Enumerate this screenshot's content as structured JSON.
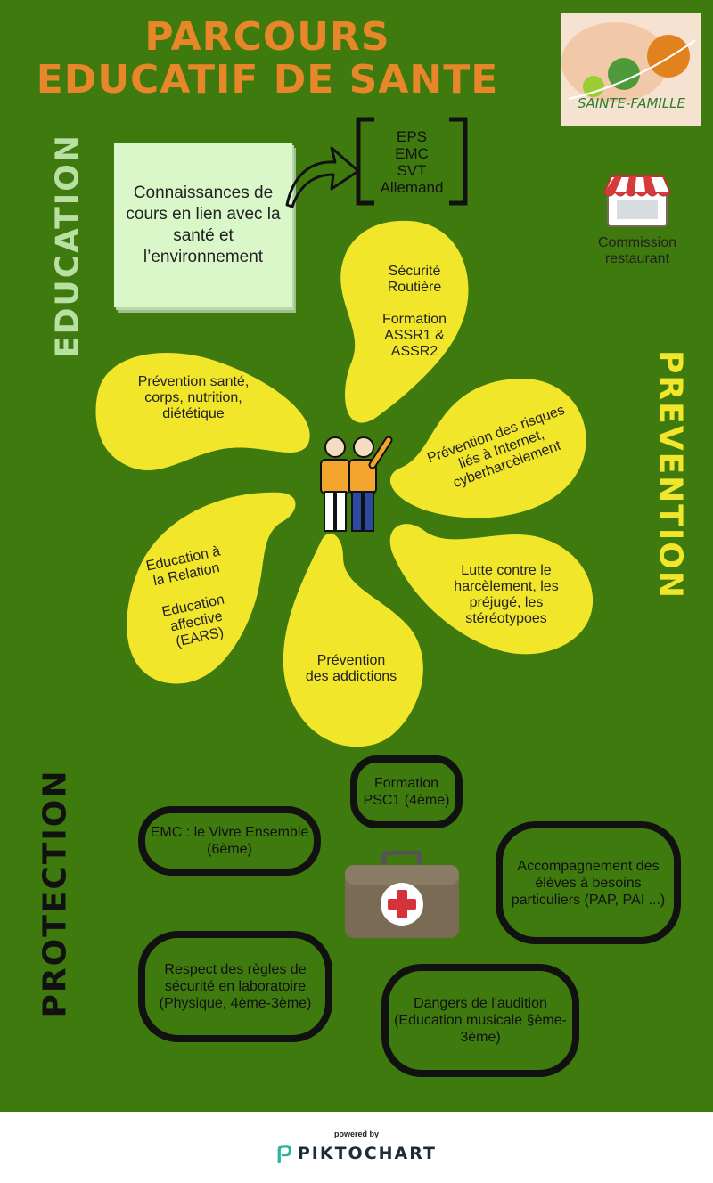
{
  "title": {
    "line1": "PARCOURS",
    "line2": "EDUCATIF DE SANTE"
  },
  "logo": {
    "text": "SAINTE-FAMILLE"
  },
  "sections": {
    "education": "EDUCATION",
    "prevention": "PREVENTION",
    "protection": "PROTECTION"
  },
  "note": "Connaissances de cours en lien avec la santé et l’environnement",
  "subjects": {
    "s1": "EPS",
    "s2": "EMC",
    "s3": "SVT",
    "s4": "Allemand"
  },
  "commission": {
    "line1": "Commission",
    "line2": "restaurant"
  },
  "petals": {
    "securite": {
      "l1": "Sécurité",
      "l2": "Routière",
      "l3": "Formation",
      "l4": "ASSR1 &",
      "l5": "ASSR2"
    },
    "sante": {
      "l1": "Prévention santé,",
      "l2": "corps, nutrition,",
      "l3": "diététique"
    },
    "internet": {
      "l1": "Prévention des risques",
      "l2": "liés à Internet,",
      "l3": "cyberharcèlement"
    },
    "harcelement": {
      "l1": "Lutte contre le",
      "l2": "harcèlement, les",
      "l3": "préjugé, les",
      "l4": "stéréotypoes"
    },
    "addictions": {
      "l1": "Prévention",
      "l2": "des addictions"
    },
    "relation": {
      "l1": "Education à",
      "l2": "la Relation",
      "l3": "Education",
      "l4": "affective",
      "l5": "(EARS)"
    }
  },
  "protection": {
    "psc1": "Formation PSC1 (4ème)",
    "emc": "EMC : le Vivre Ensemble (6ème)",
    "accompagnement": "Accompagnement des élèves à besoins particuliers (PAP, PAI ...)",
    "labo": "Respect des règles de sécurité en laboratoire (Physique, 4ème-3ème)",
    "audition": "Dangers de l'audition (Education musicale §ème-3ème)"
  },
  "footer": {
    "powered": "powered by",
    "brand": "PIKTOCHART"
  },
  "colors": {
    "background": "#3f7a0e",
    "title": "#e8872a",
    "petal": "#f2e62b",
    "education": "#b8e0a0",
    "prevention": "#f2e62b",
    "protection": "#111111"
  }
}
